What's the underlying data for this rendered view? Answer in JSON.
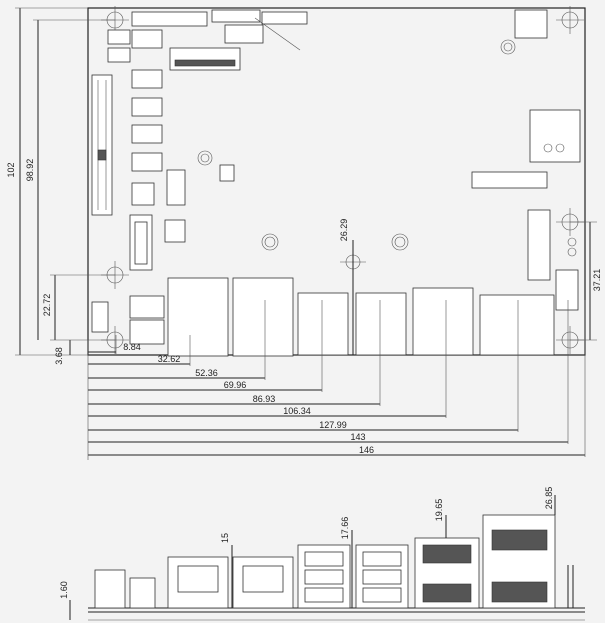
{
  "top_view": {
    "vertical_dims": [
      {
        "id": "dim-102",
        "label": "102"
      },
      {
        "id": "dim-98-92",
        "label": "98.92"
      },
      {
        "id": "dim-22-72",
        "label": "22.72"
      },
      {
        "id": "dim-3-68",
        "label": "3.68"
      },
      {
        "id": "dim-26-29",
        "label": "26.29"
      },
      {
        "id": "dim-37-21",
        "label": "37.21"
      }
    ],
    "horizontal_dims": [
      {
        "id": "dim-8-84",
        "label": "8.84"
      },
      {
        "id": "dim-32-62",
        "label": "32.62"
      },
      {
        "id": "dim-52-36",
        "label": "52.36"
      },
      {
        "id": "dim-69-96",
        "label": "69.96"
      },
      {
        "id": "dim-86-93",
        "label": "86.93"
      },
      {
        "id": "dim-106-34",
        "label": "106.34"
      },
      {
        "id": "dim-127-99",
        "label": "127.99"
      },
      {
        "id": "dim-143",
        "label": "143"
      },
      {
        "id": "dim-146",
        "label": "146"
      }
    ]
  },
  "side_view": {
    "dims": [
      {
        "id": "side-1-60",
        "label": "1.60"
      },
      {
        "id": "side-15",
        "label": "15"
      },
      {
        "id": "side-17-66",
        "label": "17.66"
      },
      {
        "id": "side-19-65",
        "label": "19.65"
      },
      {
        "id": "side-26-85",
        "label": "26.85"
      }
    ]
  }
}
